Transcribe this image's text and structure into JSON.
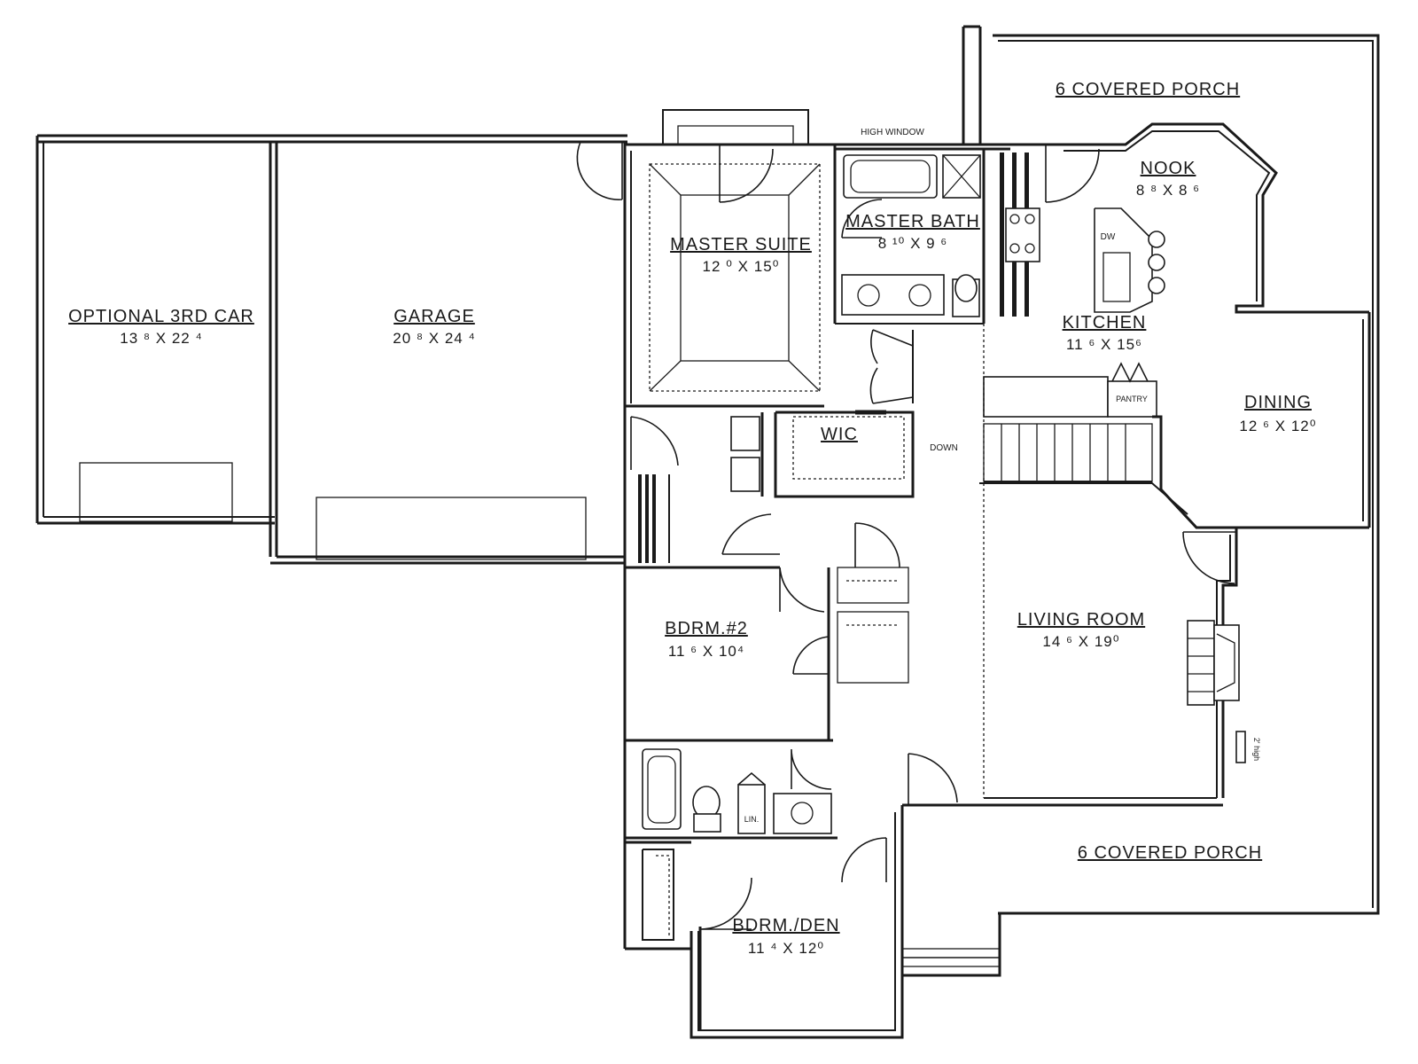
{
  "rooms": {
    "porch_top": {
      "name": "6 COVERED PORCH"
    },
    "porch_bottom": {
      "name": "6 COVERED PORCH"
    },
    "third_car": {
      "name": "OPTIONAL 3RD CAR",
      "size": "13 ⁸ X 22 ⁴"
    },
    "garage": {
      "name": "GARAGE",
      "size": "20 ⁸ X 24 ⁴"
    },
    "master_suite": {
      "name": "MASTER SUITE",
      "size": "12 ⁰ X 15⁰"
    },
    "master_bath": {
      "name": "MASTER BATH",
      "size": "8 ¹⁰ X 9 ⁶"
    },
    "nook": {
      "name": "NOOK",
      "size": "8 ⁸ X 8 ⁶"
    },
    "kitchen": {
      "name": "KITCHEN",
      "size": "11 ⁶ X 15⁶"
    },
    "dining": {
      "name": "DINING",
      "size": "12 ⁶ X 12⁰"
    },
    "wic": {
      "name": "WIC"
    },
    "living": {
      "name": "LIVING ROOM",
      "size": "14 ⁶ X 19⁰"
    },
    "bdrm2": {
      "name": "BDRM.#2",
      "size": "11 ⁶ X 10⁴"
    },
    "den": {
      "name": "BDRM./DEN",
      "size": "11 ⁴ X 12⁰"
    }
  },
  "notes": {
    "high_window": "HIGH WINDOW",
    "down": "DOWN",
    "pantry": "PANTRY",
    "linen": "LIN.",
    "dw": "DW",
    "high": "2' high"
  }
}
